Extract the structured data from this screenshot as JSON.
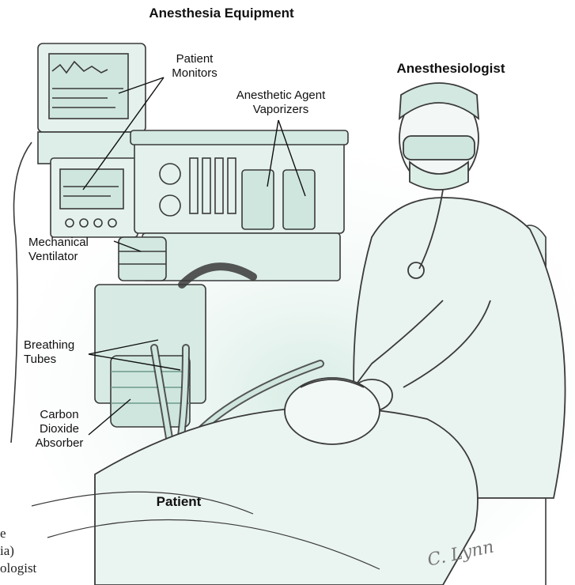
{
  "title": "Anesthesia Equipment",
  "labels": {
    "anesthesiologist": "Anesthesiologist",
    "patient_monitors": [
      "Patient",
      "Monitors"
    ],
    "vaporizers": [
      "Anesthetic Agent",
      "Vaporizers"
    ],
    "ventilator": [
      "Mechanical",
      "Ventilator"
    ],
    "breathing_tubes": [
      "Breathing",
      "Tubes"
    ],
    "co2_absorber": [
      "Carbon",
      "Dioxide",
      "Absorber"
    ],
    "patient": "Patient"
  },
  "cut_off_text": [
    "e",
    "ia)",
    "ologist"
  ],
  "signature": "C. Lynn",
  "colors": {
    "tint": "#cfe6de",
    "tint_dark": "#9cc7ba",
    "line": "#3a3a3a"
  }
}
